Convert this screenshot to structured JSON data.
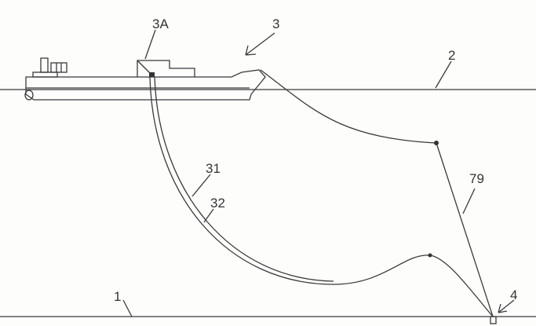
{
  "labels": {
    "vessel_module": "3A",
    "vessel": "3",
    "sea_surface": "2",
    "riser_outer": "31",
    "riser_inner": "32",
    "tether": "79",
    "seabed": "1",
    "wellhead": "4"
  }
}
